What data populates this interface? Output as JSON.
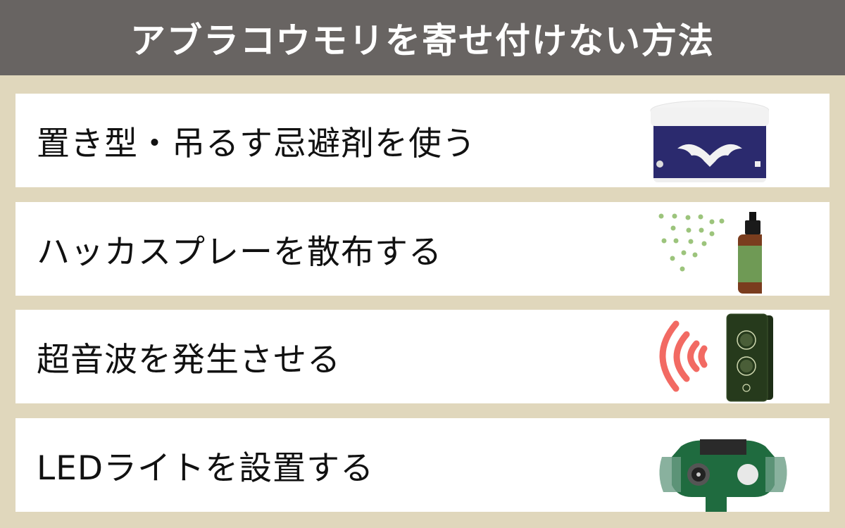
{
  "header": {
    "title": "アブラコウモリを寄せ付けない方法"
  },
  "items": [
    {
      "label": "置き型・吊るす忌避剤を使う",
      "icon": "bat-repellent-jar"
    },
    {
      "label": "ハッカスプレーを散布する",
      "icon": "mint-spray-bottle"
    },
    {
      "label": "超音波を発生させる",
      "icon": "ultrasonic-device"
    },
    {
      "label": "LEDライトを設置する",
      "icon": "led-light-device"
    }
  ],
  "colors": {
    "header_bg": "#686462",
    "page_bg": "#e0d7bc",
    "card_bg": "#ffffff",
    "jar_label": "#2b2a6e",
    "spray_green": "#9cc47c",
    "bottle_label": "#6f9a55",
    "wave_red": "#f26a63",
    "device_dark": "#263a1c",
    "led_green": "#1f6b3f"
  }
}
